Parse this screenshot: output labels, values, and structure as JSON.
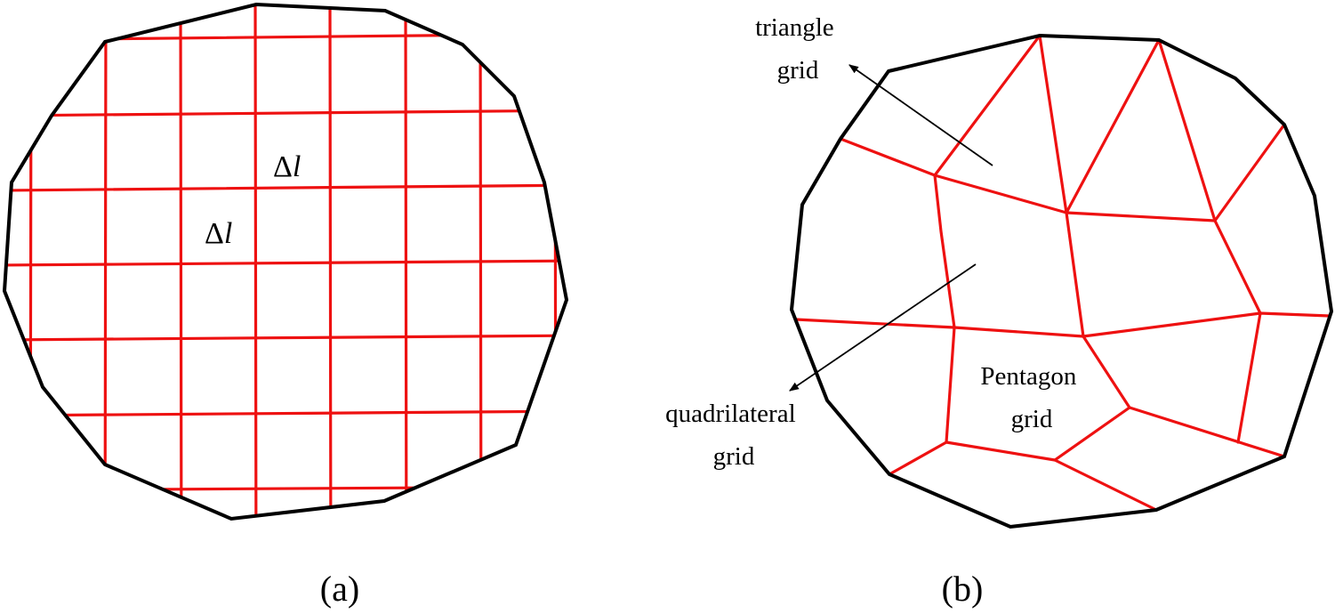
{
  "panels": [
    {
      "id": "a",
      "caption": "(a)",
      "spacing_labels": [
        {
          "symbol": "Δ",
          "var": "l"
        },
        {
          "symbol": "Δ",
          "var": "l"
        }
      ]
    },
    {
      "id": "b",
      "caption": "(b)",
      "annotations": {
        "triangle": [
          "triangle",
          "grid"
        ],
        "pentagon": [
          "Pentagon",
          "grid"
        ],
        "quadrilateral": [
          "quadrilateral",
          "grid"
        ]
      }
    }
  ],
  "colors": {
    "outline": "#000000",
    "grid": "#ee1111",
    "text": "#000000"
  }
}
